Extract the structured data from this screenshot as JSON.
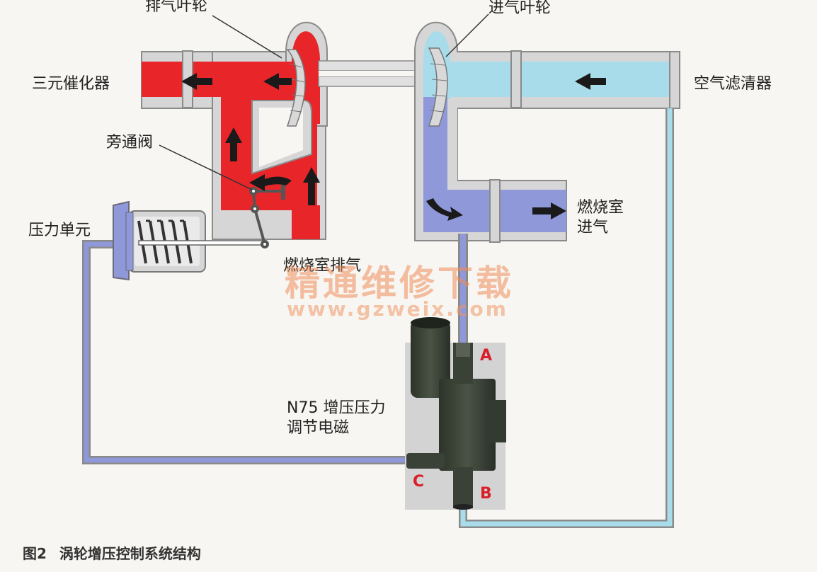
{
  "labels": {
    "exhaust_impeller": "排气叶轮",
    "intake_impeller": "进气叶轮",
    "catalytic_converter": "三元催化器",
    "air_filter": "空气滤清器",
    "bypass_valve": "旁通阀",
    "pressure_unit": "压力单元",
    "combustion_exhaust": "燃烧室排气",
    "combustion_intake_line1": "燃烧室",
    "combustion_intake_line2": "进气",
    "solenoid_line1": "N75 增压压力",
    "solenoid_line2": "调节电磁"
  },
  "ports": {
    "a": "A",
    "b": "B",
    "c": "C"
  },
  "watermark": {
    "title": "精通维修下载",
    "url": "www.gzweix.com"
  },
  "caption": {
    "figure": "图2",
    "text": "涡轮增压控制系统结构"
  },
  "colors": {
    "exhaust": "#e8262a",
    "intake_light": "#a8dcea",
    "intake_pressurized": "#8f98d8",
    "pipe_wall": "#dcdcdc",
    "port_label": "#d8202a"
  },
  "icons": [
    "flow-arrow-icon",
    "spring-icon"
  ]
}
